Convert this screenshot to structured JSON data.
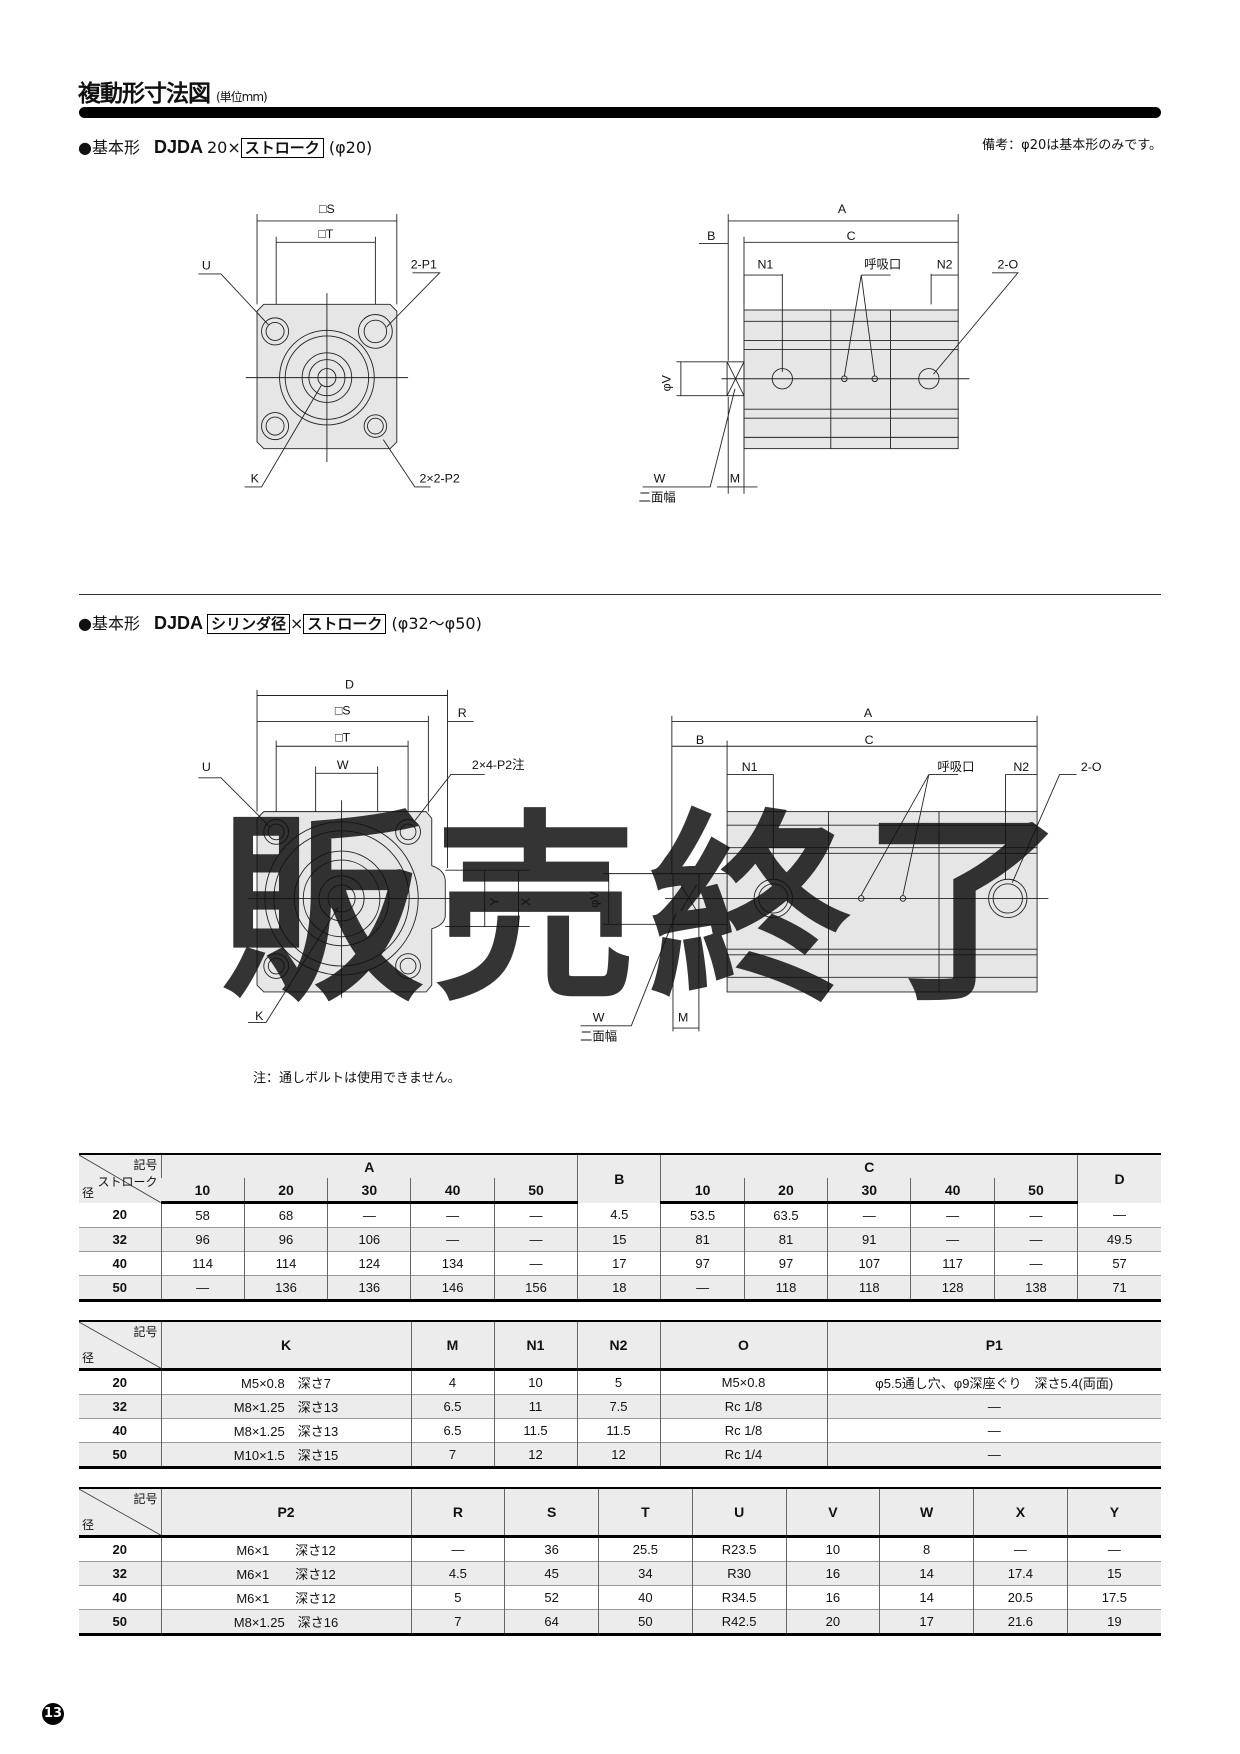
{
  "header": {
    "title": "複動形寸法図",
    "unit": "(単位mm)"
  },
  "section1": {
    "bullet": "●基本形",
    "model": "DJDA",
    "prefix": "20×",
    "box": "ストローク",
    "suffix": "(φ20)",
    "note": "備考：φ20は基本形のみです。"
  },
  "section2": {
    "bullet": "●基本形",
    "model": "DJDA",
    "box1": "シリンダ径",
    "times": "×",
    "box2": "ストローク",
    "suffix": "(φ32〜φ50)",
    "note": "注：通しボルトは使用できません。"
  },
  "drawing1": {
    "S": "□S",
    "T": "□T",
    "U": "U",
    "P1": "2-P1",
    "K": "K",
    "P2": "2×2-P2",
    "A": "A",
    "B": "B",
    "C": "C",
    "N1": "N1",
    "breather": "呼吸口",
    "N2": "N2",
    "O": "2-O",
    "V": "φV",
    "W": "W",
    "flats": "二面幅",
    "M": "M"
  },
  "drawing2": {
    "D": "D",
    "S": "□S",
    "R": "R",
    "T": "□T",
    "Wf": "W",
    "U": "U",
    "P2": "2×4-P2注",
    "K": "K",
    "X": "X",
    "Y": "Y",
    "A": "A",
    "B": "B",
    "C": "C",
    "N1": "N1",
    "breather": "呼吸口",
    "N2": "N2",
    "O": "2-O",
    "V": "φV",
    "W": "W",
    "flats": "二面幅",
    "M": "M",
    "watermark": "販売終了"
  },
  "corner": {
    "symbol": "記号",
    "stroke": "ストローク",
    "bore": "径"
  },
  "table1": {
    "groups": [
      "A",
      "B",
      "C",
      "D"
    ],
    "strokes": [
      "10",
      "20",
      "30",
      "40",
      "50"
    ],
    "rows": [
      [
        "20",
        "58",
        "68",
        "—",
        "—",
        "—",
        "4.5",
        "53.5",
        "63.5",
        "—",
        "—",
        "—",
        "—"
      ],
      [
        "32",
        "96",
        "96",
        "106",
        "—",
        "—",
        "15",
        "81",
        "81",
        "91",
        "—",
        "—",
        "49.5"
      ],
      [
        "40",
        "114",
        "114",
        "124",
        "134",
        "—",
        "17",
        "97",
        "97",
        "107",
        "117",
        "—",
        "57"
      ],
      [
        "50",
        "—",
        "136",
        "136",
        "146",
        "156",
        "18",
        "—",
        "118",
        "118",
        "128",
        "138",
        "71"
      ]
    ]
  },
  "table2": {
    "headers": [
      "K",
      "M",
      "N1",
      "N2",
      "O",
      "P1"
    ],
    "rows": [
      [
        "20",
        "M5×0.8　深さ7",
        "4",
        "10",
        "5",
        "M5×0.8",
        "φ5.5通し穴、φ9深座ぐり　深さ5.4(両面)"
      ],
      [
        "32",
        "M8×1.25　深さ13",
        "6.5",
        "11",
        "7.5",
        "Rc 1/8",
        "—"
      ],
      [
        "40",
        "M8×1.25　深さ13",
        "6.5",
        "11.5",
        "11.5",
        "Rc 1/8",
        "—"
      ],
      [
        "50",
        "M10×1.5　深さ15",
        "7",
        "12",
        "12",
        "Rc 1/4",
        "—"
      ]
    ]
  },
  "table3": {
    "headers": [
      "P2",
      "R",
      "S",
      "T",
      "U",
      "V",
      "W",
      "X",
      "Y"
    ],
    "rows": [
      [
        "20",
        "M6×1　　深さ12",
        "—",
        "36",
        "25.5",
        "R23.5",
        "10",
        "8",
        "—",
        "—"
      ],
      [
        "32",
        "M6×1　　深さ12",
        "4.5",
        "45",
        "34",
        "R30",
        "16",
        "14",
        "17.4",
        "15"
      ],
      [
        "40",
        "M6×1　　深さ12",
        "5",
        "52",
        "40",
        "R34.5",
        "16",
        "14",
        "20.5",
        "17.5"
      ],
      [
        "50",
        "M8×1.25　深さ16",
        "7",
        "64",
        "50",
        "R42.5",
        "20",
        "17",
        "21.6",
        "19"
      ]
    ]
  },
  "page_number": "13",
  "colors": {
    "part_fill": "#e6e6e6",
    "watermark": "#9a9a9a",
    "table_shade": "#ececec"
  }
}
